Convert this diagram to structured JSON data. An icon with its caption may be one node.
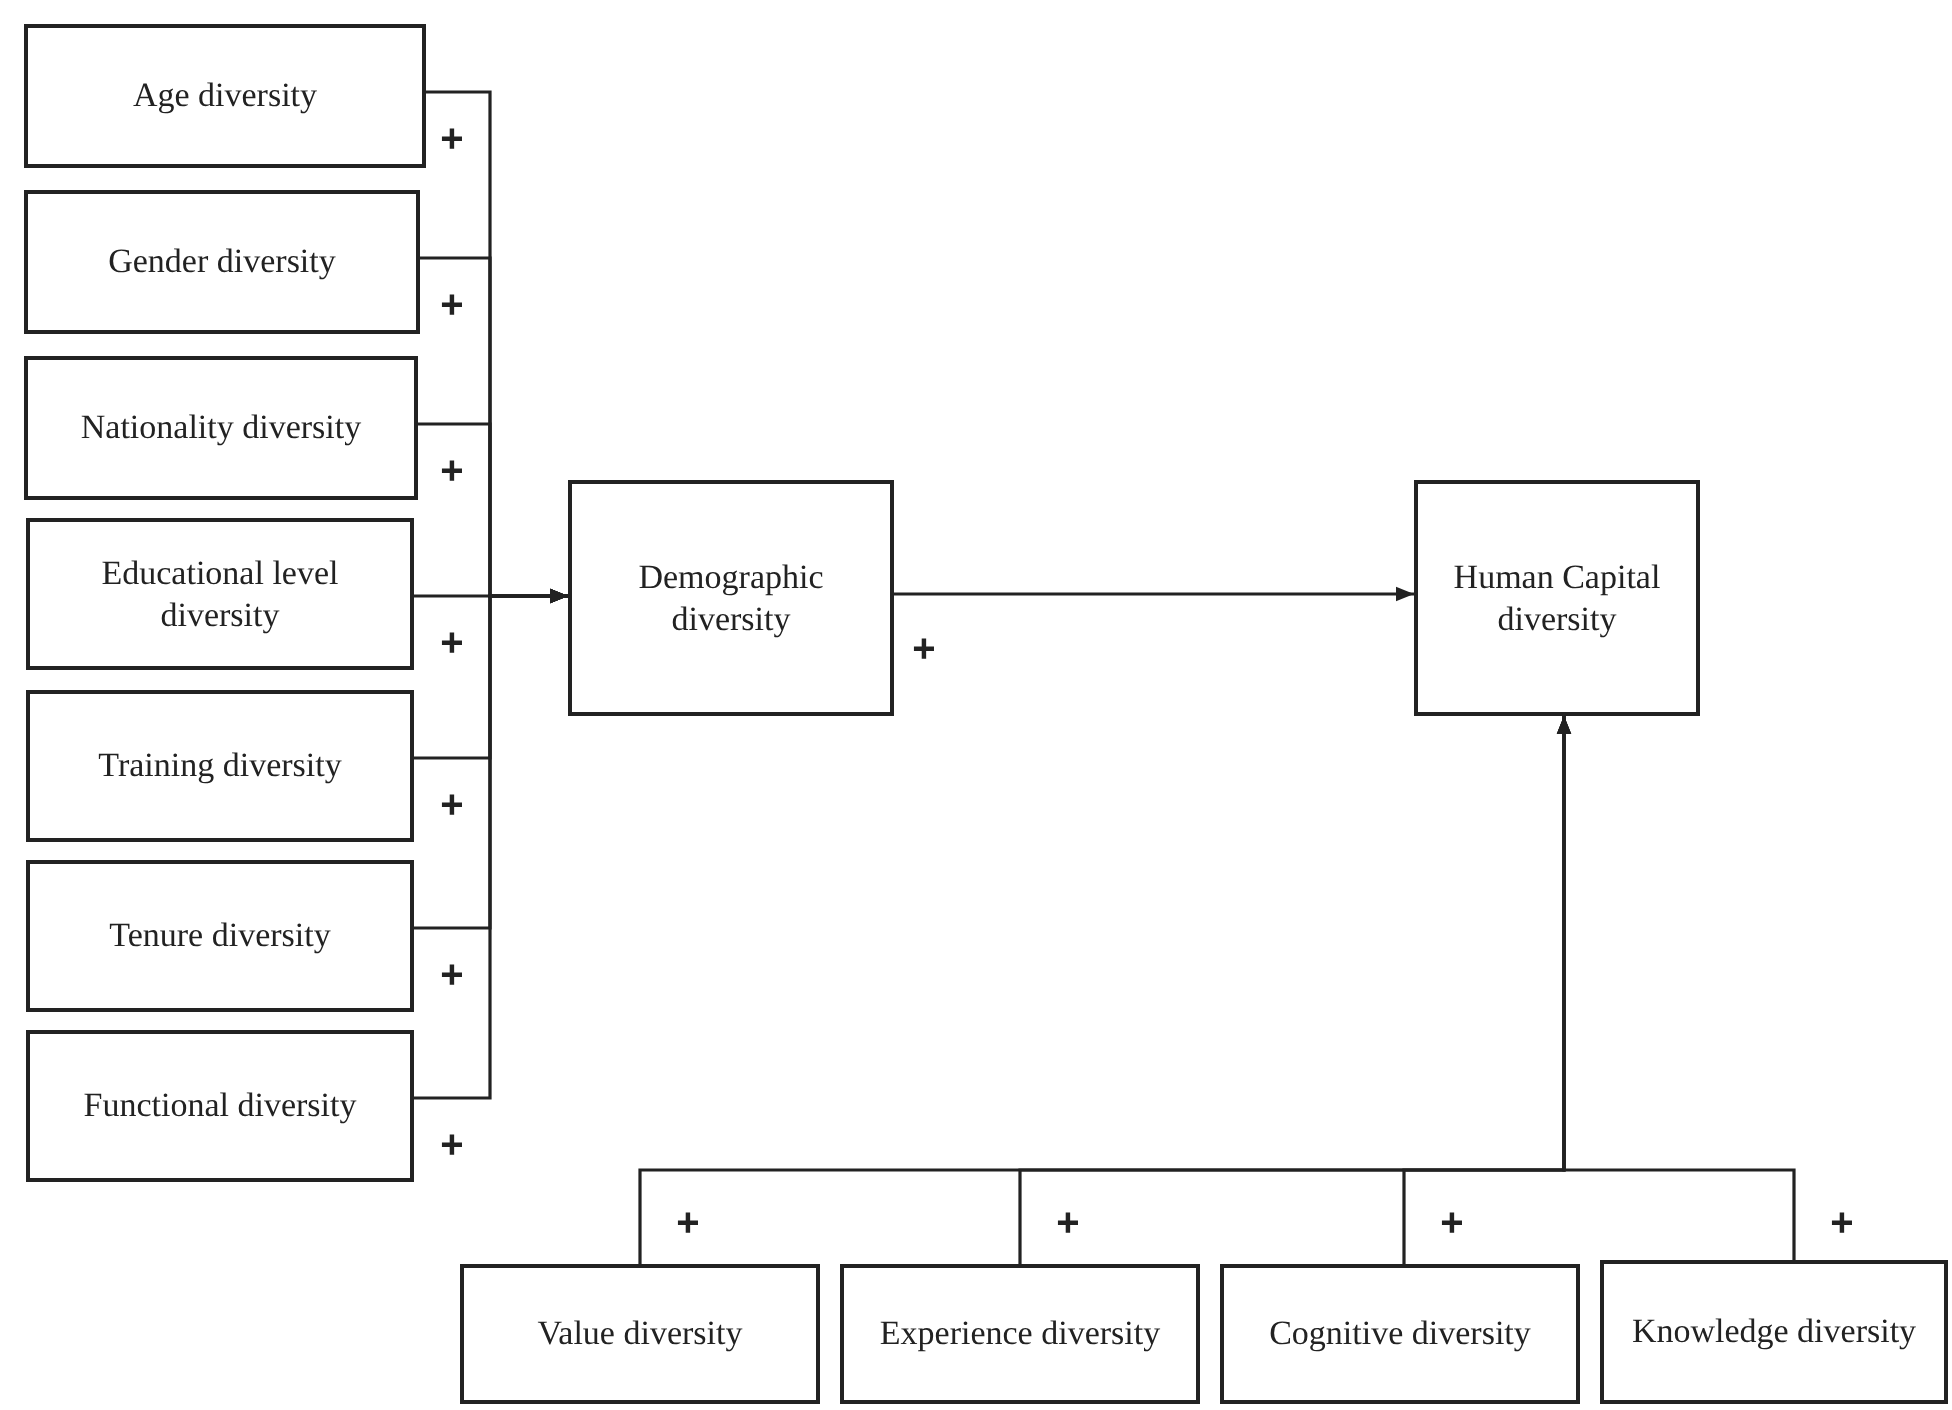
{
  "diagram": {
    "nodes": [
      {
        "text": [
          "Age diversity"
        ]
      },
      {
        "text": [
          "Gender diversity"
        ]
      },
      {
        "text": [
          "Nationality diversity"
        ]
      },
      {
        "text": [
          "Educational level diversity"
        ]
      },
      {
        "text": [
          "Training diversity"
        ]
      },
      {
        "text": [
          "Tenure diversity"
        ]
      },
      {
        "text": [
          "Functional diversity"
        ]
      },
      {
        "text": [
          "Demographic diversity"
        ]
      },
      {
        "text": [
          "Human Capital diversity"
        ]
      },
      {
        "text": [
          "Value diversity"
        ]
      },
      {
        "text": [
          "Experience diversity"
        ]
      },
      {
        "text": [
          "Cognitive diversity"
        ]
      },
      {
        "text": [
          "Knowledge diversity"
        ]
      }
    ],
    "edges": [
      {
        "from": 0,
        "to": 7,
        "arrow": "to",
        "label": "+"
      },
      {
        "from": 1,
        "to": 7,
        "arrow": "to",
        "label": "+"
      },
      {
        "from": 2,
        "to": 7,
        "arrow": "to",
        "label": "+"
      },
      {
        "from": 3,
        "to": 7,
        "arrow": "to",
        "label": "+"
      },
      {
        "from": 4,
        "to": 7,
        "arrow": "to",
        "label": "+"
      },
      {
        "from": 5,
        "to": 7,
        "arrow": "to",
        "label": "+"
      },
      {
        "from": 6,
        "to": 7,
        "arrow": "to",
        "label": "+"
      },
      {
        "from": 7,
        "to": 8,
        "arrow": "to",
        "label": "+"
      },
      {
        "from": 9,
        "to": 8,
        "arrow": "to",
        "label": "+"
      },
      {
        "from": 10,
        "to": 8,
        "arrow": "to",
        "label": "+"
      },
      {
        "from": 11,
        "to": 8,
        "arrow": "to",
        "label": "+"
      },
      {
        "from": 12,
        "to": 8,
        "arrow": "to",
        "label": "+"
      }
    ]
  }
}
